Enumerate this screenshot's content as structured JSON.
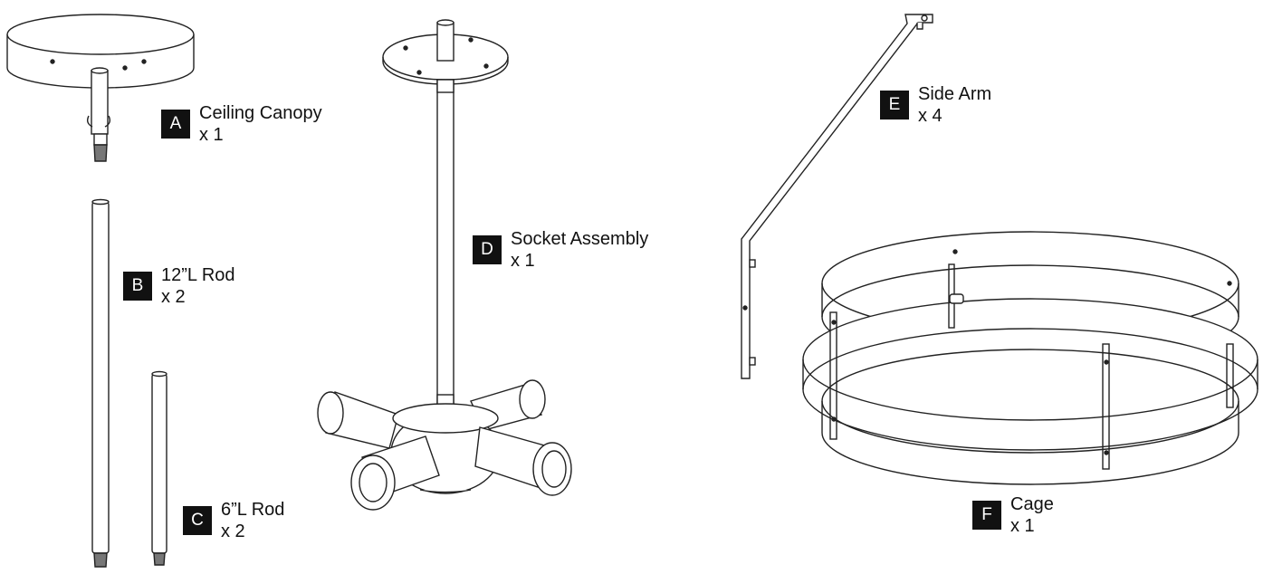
{
  "parts": [
    {
      "letter": "A",
      "name": "Ceiling Canopy",
      "qty": "x 1"
    },
    {
      "letter": "B",
      "name": "12”L Rod",
      "qty": "x 2"
    },
    {
      "letter": "C",
      "name": "6”L Rod",
      "qty": "x 2"
    },
    {
      "letter": "D",
      "name": "Socket Assembly",
      "qty": "x 1"
    },
    {
      "letter": "E",
      "name": "Side Arm",
      "qty": "x 4"
    },
    {
      "letter": "F",
      "name": "Cage",
      "qty": "x 1"
    }
  ]
}
